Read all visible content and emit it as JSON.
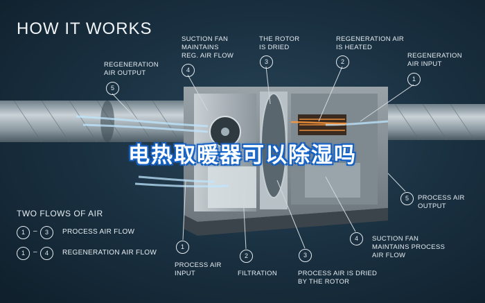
{
  "title": "HOW IT WORKS",
  "banner": "电热取暖器可以除湿吗",
  "callouts_top": [
    {
      "num": "5",
      "text_lines": [
        "REGENERATION",
        "AIR OUTPUT"
      ]
    },
    {
      "num": "4",
      "text_lines": [
        "SUCTION FAN",
        "MAINTAINS",
        "REG. AIR FLOW"
      ]
    },
    {
      "num": "3",
      "text_lines": [
        "THE ROTOR",
        "IS DRIED"
      ]
    },
    {
      "num": "2",
      "text_lines": [
        "REGENERATION AIR",
        "IS HEATED"
      ]
    },
    {
      "num": "1",
      "text_lines": [
        "REGENERATION",
        "AIR INPUT"
      ]
    }
  ],
  "callouts_bottom": [
    {
      "num": "1",
      "text_lines": [
        "PROCESS AIR",
        "INPUT"
      ]
    },
    {
      "num": "2",
      "text_lines": [
        "FILTRATION"
      ]
    },
    {
      "num": "3",
      "text_lines": [
        "PROCESS AIR IS DRIED",
        "BY THE ROTOR"
      ]
    },
    {
      "num": "4",
      "text_lines": [
        "SUCTION FAN",
        "MAINTAINS PROCESS",
        "AIR FLOW"
      ]
    },
    {
      "num": "5",
      "text_lines": [
        "PROCESS AIR",
        "OUTPUT"
      ]
    }
  ],
  "flows": {
    "title": "TWO FLOWS OF AIR",
    "items": [
      {
        "from": "1",
        "to": "3",
        "label": "PROCESS AIR FLOW"
      },
      {
        "from": "1",
        "to": "4",
        "label": "REGENERATION AIR FLOW"
      }
    ],
    "separator": "–"
  },
  "colors": {
    "background": "#1b3243",
    "banner_glow": "#1a6fd6",
    "airflow": "#bfe6ff",
    "heated": "#ff9a3c"
  }
}
